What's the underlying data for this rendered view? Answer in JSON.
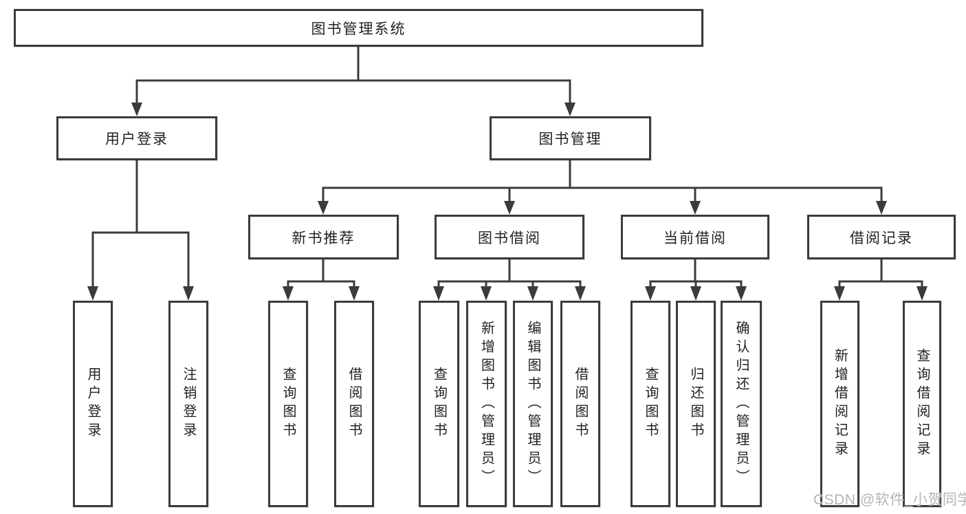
{
  "diagram": {
    "root": {
      "label": "图书管理系统"
    },
    "level2": [
      {
        "id": "user-login",
        "label": "用户登录"
      },
      {
        "id": "book-management",
        "label": "图书管理"
      }
    ],
    "level3": [
      {
        "id": "new-book-recommend",
        "label": "新书推荐"
      },
      {
        "id": "book-borrow",
        "label": "图书借阅"
      },
      {
        "id": "current-borrow",
        "label": "当前借阅"
      },
      {
        "id": "borrow-record",
        "label": "借阅记录"
      }
    ],
    "leaves": {
      "user_login": [
        {
          "label": "用户登录"
        },
        {
          "label": "注销登录"
        }
      ],
      "new_book": [
        {
          "label": "查询图书"
        },
        {
          "label": "借阅图书"
        }
      ],
      "book_borrow": [
        {
          "label": "查询图书"
        },
        {
          "label": "新增图书（管理员）"
        },
        {
          "label": "编辑图书（管理员）"
        },
        {
          "label": "借阅图书"
        }
      ],
      "current_borrow": [
        {
          "label": "查询图书"
        },
        {
          "label": "归还图书"
        },
        {
          "label": "确认归还（管理员）"
        }
      ],
      "borrow_record": [
        {
          "label": "新增借阅记录"
        },
        {
          "label": "查询借阅记录"
        }
      ]
    }
  },
  "watermark": {
    "text": "CSDN @软件_小贺同学"
  },
  "colors": {
    "line": "#3b3b3b",
    "text": "#222222",
    "watermark": "#b5b5b5",
    "background": "#ffffff"
  }
}
